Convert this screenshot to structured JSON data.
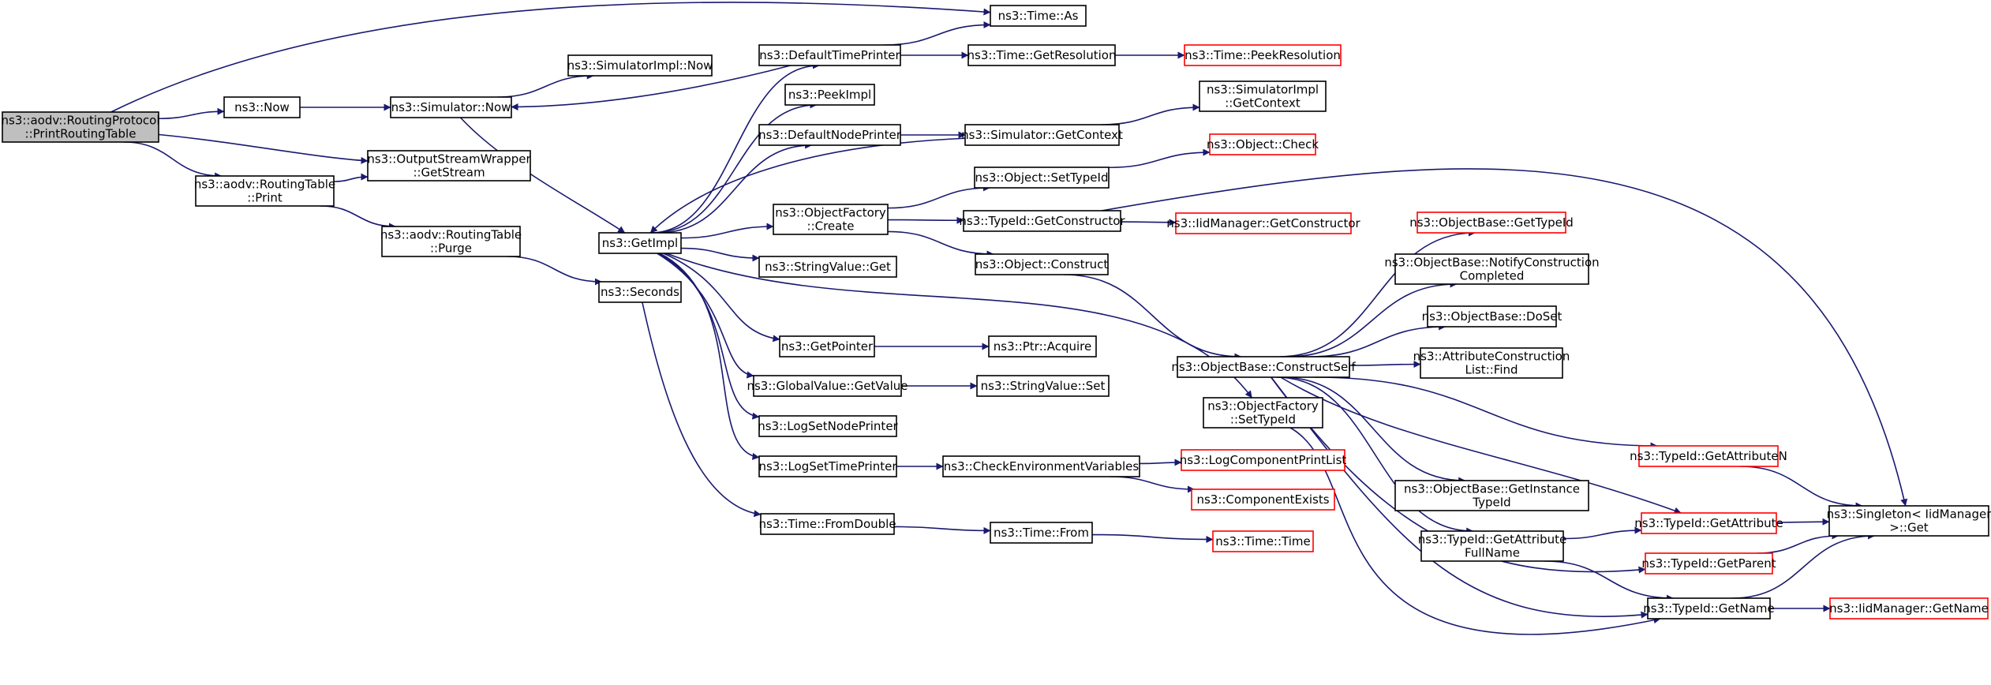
{
  "colors": {
    "edge": "#191970",
    "border": "#000000",
    "linked_border": "#ff0000",
    "root_fill": "#bfbfbf",
    "fill": "#ffffff"
  },
  "nodes": [
    {
      "id": "root",
      "lines": [
        "ns3::aodv::RoutingProtocol",
        "::PrintRoutingTable"
      ],
      "style": "root"
    },
    {
      "id": "now",
      "lines": [
        "ns3::Now"
      ]
    },
    {
      "id": "ows",
      "lines": [
        "ns3::OutputStreamWrapper",
        "::GetStream"
      ]
    },
    {
      "id": "rtprint",
      "lines": [
        "ns3::aodv::RoutingTable",
        "::Print"
      ]
    },
    {
      "id": "simnow",
      "lines": [
        "ns3::Simulator::Now"
      ]
    },
    {
      "id": "rtpurge",
      "lines": [
        "ns3::aodv::RoutingTable",
        "::Purge"
      ]
    },
    {
      "id": "simimplnow",
      "lines": [
        "ns3::SimulatorImpl::Now"
      ]
    },
    {
      "id": "getimpl",
      "lines": [
        "ns3::GetImpl"
      ]
    },
    {
      "id": "seconds",
      "lines": [
        "ns3::Seconds"
      ]
    },
    {
      "id": "deftimeprinter",
      "lines": [
        "ns3::DefaultTimePrinter"
      ]
    },
    {
      "id": "peekimpl",
      "lines": [
        "ns3::PeekImpl"
      ]
    },
    {
      "id": "defnodeprinter",
      "lines": [
        "ns3::DefaultNodePrinter"
      ]
    },
    {
      "id": "ofcreate",
      "lines": [
        "ns3::ObjectFactory",
        "::Create"
      ]
    },
    {
      "id": "svget",
      "lines": [
        "ns3::StringValue::Get"
      ]
    },
    {
      "id": "getpointer",
      "lines": [
        "ns3::GetPointer"
      ]
    },
    {
      "id": "gvgetvalue",
      "lines": [
        "ns3::GlobalValue::GetValue"
      ]
    },
    {
      "id": "logsetnode",
      "lines": [
        "ns3::LogSetNodePrinter"
      ]
    },
    {
      "id": "logsettime",
      "lines": [
        "ns3::LogSetTimePrinter"
      ]
    },
    {
      "id": "timefromdouble",
      "lines": [
        "ns3::Time::FromDouble"
      ]
    },
    {
      "id": "timeas",
      "lines": [
        "ns3::Time::As"
      ]
    },
    {
      "id": "timegetres",
      "lines": [
        "ns3::Time::GetResolution"
      ]
    },
    {
      "id": "simgetctx",
      "lines": [
        "ns3::Simulator::GetContext"
      ]
    },
    {
      "id": "objsettypeid",
      "lines": [
        "ns3::Object::SetTypeId"
      ]
    },
    {
      "id": "tidgetctor",
      "lines": [
        "ns3::TypeId::GetConstructor"
      ]
    },
    {
      "id": "objconstruct",
      "lines": [
        "ns3::Object::Construct"
      ]
    },
    {
      "id": "ptracquire",
      "lines": [
        "ns3::Ptr::Acquire"
      ]
    },
    {
      "id": "svset",
      "lines": [
        "ns3::StringValue::Set"
      ]
    },
    {
      "id": "checkenv",
      "lines": [
        "ns3::CheckEnvironmentVariables"
      ]
    },
    {
      "id": "timefrom",
      "lines": [
        "ns3::Time::From"
      ]
    },
    {
      "id": "peekres",
      "lines": [
        "ns3::Time::PeekResolution"
      ],
      "style": "linked"
    },
    {
      "id": "simimplgetctx",
      "lines": [
        "ns3::SimulatorImpl",
        "::GetContext"
      ]
    },
    {
      "id": "objcheck",
      "lines": [
        "ns3::Object::Check"
      ],
      "style": "linked"
    },
    {
      "id": "iidgetctor",
      "lines": [
        "ns3::IidManager::GetConstructor"
      ],
      "style": "linked"
    },
    {
      "id": "logcompprint",
      "lines": [
        "ns3::LogComponentPrintList"
      ],
      "style": "linked"
    },
    {
      "id": "compexists",
      "lines": [
        "ns3::ComponentExists"
      ],
      "style": "linked"
    },
    {
      "id": "timetime",
      "lines": [
        "ns3::Time::Time"
      ],
      "style": "linked"
    },
    {
      "id": "obconstructself",
      "lines": [
        "ns3::ObjectBase::ConstructSelf"
      ]
    },
    {
      "id": "ofsettypeid",
      "lines": [
        "ns3::ObjectFactory",
        "::SetTypeId"
      ]
    },
    {
      "id": "obgettypeid",
      "lines": [
        "ns3::ObjectBase::GetTypeId"
      ],
      "style": "linked"
    },
    {
      "id": "obnotify",
      "lines": [
        "ns3::ObjectBase::NotifyConstruction",
        "Completed"
      ]
    },
    {
      "id": "obdoset",
      "lines": [
        "ns3::ObjectBase::DoSet"
      ]
    },
    {
      "id": "acfind",
      "lines": [
        "ns3::AttributeConstruction",
        "List::Find"
      ]
    },
    {
      "id": "obgetinstance",
      "lines": [
        "ns3::ObjectBase::GetInstance",
        "TypeId"
      ]
    },
    {
      "id": "tidgetattrfull",
      "lines": [
        "ns3::TypeId::GetAttribute",
        "FullName"
      ]
    },
    {
      "id": "tidgetattrn",
      "lines": [
        "ns3::TypeId::GetAttributeN"
      ],
      "style": "linked"
    },
    {
      "id": "tidgetattr",
      "lines": [
        "ns3::TypeId::GetAttribute"
      ],
      "style": "linked"
    },
    {
      "id": "tidgetparent",
      "lines": [
        "ns3::TypeId::GetParent"
      ],
      "style": "linked"
    },
    {
      "id": "tidgetname",
      "lines": [
        "ns3::TypeId::GetName"
      ]
    },
    {
      "id": "singletonget",
      "lines": [
        "ns3::Singleton< IidManager",
        ">::Get"
      ]
    },
    {
      "id": "iidgetname",
      "lines": [
        "ns3::IidManager::GetName"
      ],
      "style": "linked"
    }
  ],
  "edges": [
    [
      "root",
      "timeas"
    ],
    [
      "root",
      "now"
    ],
    [
      "root",
      "ows"
    ],
    [
      "root",
      "rtprint"
    ],
    [
      "now",
      "simnow"
    ],
    [
      "rtprint",
      "ows"
    ],
    [
      "rtprint",
      "rtpurge"
    ],
    [
      "simnow",
      "simimplnow"
    ],
    [
      "simnow",
      "getimpl"
    ],
    [
      "rtpurge",
      "seconds"
    ],
    [
      "getimpl",
      "deftimeprinter"
    ],
    [
      "getimpl",
      "peekimpl"
    ],
    [
      "getimpl",
      "defnodeprinter"
    ],
    [
      "getimpl",
      "ofcreate"
    ],
    [
      "getimpl",
      "svget"
    ],
    [
      "getimpl",
      "getpointer"
    ],
    [
      "getimpl",
      "gvgetvalue"
    ],
    [
      "getimpl",
      "logsetnode"
    ],
    [
      "getimpl",
      "logsettime"
    ],
    [
      "getimpl",
      "ofsettypeid"
    ],
    [
      "seconds",
      "timefromdouble"
    ],
    [
      "deftimeprinter",
      "timeas"
    ],
    [
      "deftimeprinter",
      "timegetres"
    ],
    [
      "deftimeprinter",
      "simnow"
    ],
    [
      "defnodeprinter",
      "simgetctx"
    ],
    [
      "simgetctx",
      "simimplgetctx"
    ],
    [
      "simgetctx",
      "getimpl"
    ],
    [
      "timegetres",
      "peekres"
    ],
    [
      "ofcreate",
      "objsettypeid"
    ],
    [
      "ofcreate",
      "tidgetctor"
    ],
    [
      "ofcreate",
      "objconstruct"
    ],
    [
      "objsettypeid",
      "objcheck"
    ],
    [
      "tidgetctor",
      "iidgetctor"
    ],
    [
      "tidgetctor",
      "singletonget"
    ],
    [
      "objconstruct",
      "obconstructself"
    ],
    [
      "getpointer",
      "ptracquire"
    ],
    [
      "gvgetvalue",
      "svset"
    ],
    [
      "logsettime",
      "checkenv"
    ],
    [
      "checkenv",
      "logcompprint"
    ],
    [
      "checkenv",
      "compexists"
    ],
    [
      "timefromdouble",
      "timefrom"
    ],
    [
      "timefrom",
      "timetime"
    ],
    [
      "obconstructself",
      "obgettypeid"
    ],
    [
      "obconstructself",
      "obnotify"
    ],
    [
      "obconstructself",
      "obdoset"
    ],
    [
      "obconstructself",
      "acfind"
    ],
    [
      "obconstructself",
      "tidgetattrn"
    ],
    [
      "obconstructself",
      "tidgetattr"
    ],
    [
      "obconstructself",
      "obgetinstance"
    ],
    [
      "obconstructself",
      "tidgetattrfull"
    ],
    [
      "obconstructself",
      "tidgetparent"
    ],
    [
      "obconstructself",
      "tidgetname"
    ],
    [
      "ofsettypeid",
      "tidgetname"
    ],
    [
      "tidgetattrn",
      "singletonget"
    ],
    [
      "tidgetattr",
      "singletonget"
    ],
    [
      "tidgetparent",
      "singletonget"
    ],
    [
      "tidgetname",
      "singletonget"
    ],
    [
      "tidgetname",
      "iidgetname"
    ],
    [
      "tidgetattrfull",
      "tidgetattr"
    ],
    [
      "tidgetattrfull",
      "tidgetname"
    ]
  ]
}
